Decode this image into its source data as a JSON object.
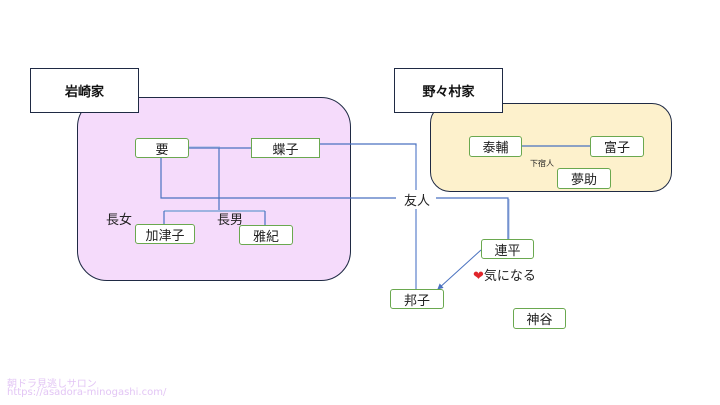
{
  "families": {
    "iwasaki": {
      "label": "岩崎家",
      "color": "#f5dbfb"
    },
    "nonomura": {
      "label": "野々村家",
      "color": "#fdf1cc"
    }
  },
  "nodes": {
    "kaname": "要",
    "choko": "蝶子",
    "kazuko": "加津子",
    "masanori": "雅紀",
    "taisuke": "泰輔",
    "tomiko": "富子",
    "yumesuke": "夢助",
    "renpei": "連平",
    "kuniko": "邦子",
    "kamiya": "神谷"
  },
  "relation_labels": {
    "eldest_daughter": "長女",
    "eldest_son": "長男",
    "lodger": "下宿人",
    "friend": "友人",
    "interested": "気になる",
    "heart_icon": "❤"
  },
  "watermark": {
    "title": "朝ドラ見逃しサロン",
    "url": "https://asadora-minogashi.com/"
  },
  "colors": {
    "line": "#4a72c0",
    "line_light": "#9db3e0",
    "node_border": "#6aa84f",
    "heart": "#e0262b"
  }
}
